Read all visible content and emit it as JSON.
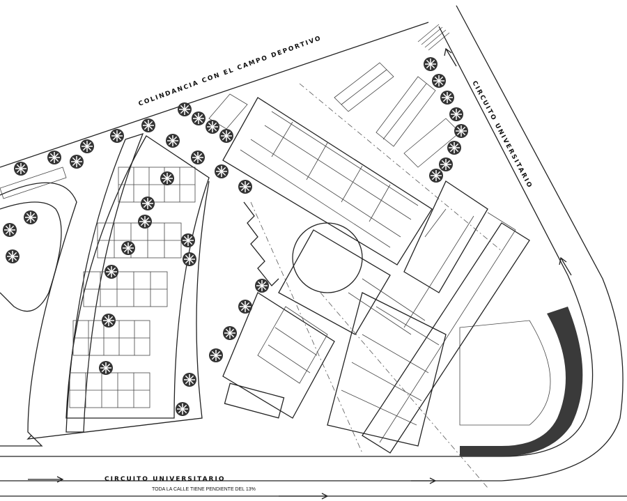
{
  "plan": {
    "labels": {
      "top_boundary": "COLINDANCIA CON EL CAMPO DEPORTIVO",
      "right_road": "CIRCUITO UNIVERSITARIO",
      "bottom_road": "CIRCUITO UNIVERSITARIO",
      "bottom_note": "TODA LA CALLE TIENE PENDIENTE DEL 13%"
    },
    "colors": {
      "ink": "#222222",
      "paper": "#ffffff",
      "track": "#3a3a3a"
    }
  }
}
